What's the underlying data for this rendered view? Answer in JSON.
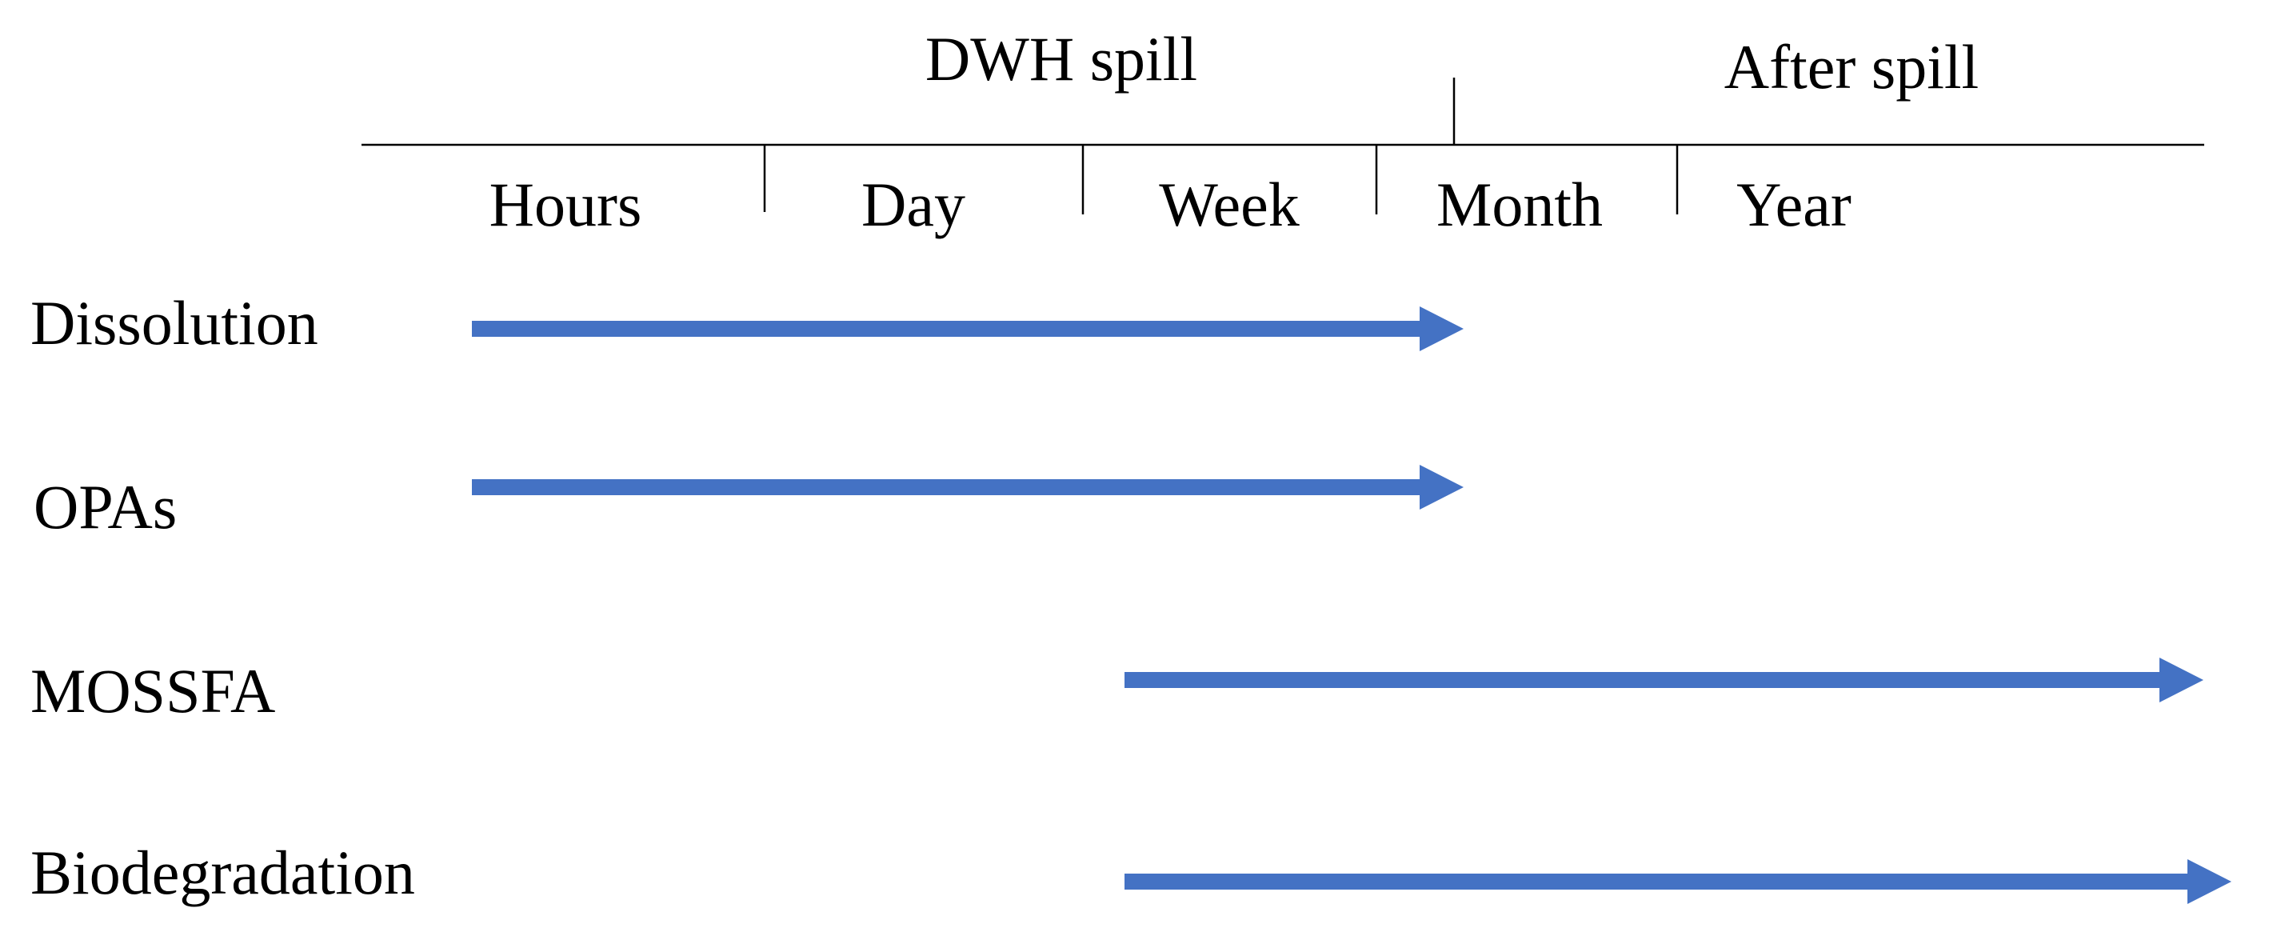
{
  "arrow_color": "#4472C4",
  "header": {
    "phase_1": "DWH spill",
    "phase_2": "After spill"
  },
  "timescale": {
    "hours": "Hours",
    "day": "Day",
    "week": "Week",
    "month": "Month",
    "year": "Year"
  },
  "processes": {
    "dissolution": {
      "label": "Dissolution",
      "start": "Hours",
      "end": "Month"
    },
    "opas": {
      "label": "OPAs",
      "start": "Hours",
      "end": "Month"
    },
    "mossfa": {
      "label": "MOSSFA",
      "start": "Week",
      "end": "Year"
    },
    "biodegradation": {
      "label": "Biodegradation",
      "start": "Week",
      "end": "Year"
    }
  }
}
